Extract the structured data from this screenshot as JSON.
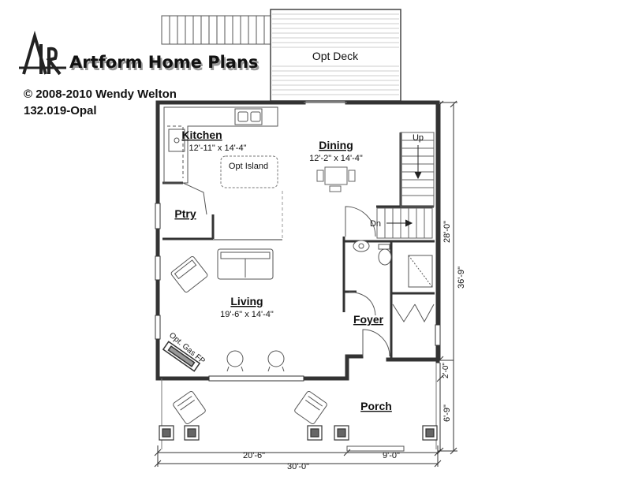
{
  "branding": {
    "company": "Artform Home Plans",
    "copyright": "© 2008-2010 Wendy Welton",
    "plan_id": "132.019-Opal"
  },
  "rooms": {
    "opt_deck": "Opt Deck",
    "kitchen": {
      "name": "Kitchen",
      "dims": "12'-11\" x 14'-4\""
    },
    "opt_island": "Opt Island",
    "dining": {
      "name": "Dining",
      "dims": "12'-2\" x 14'-4\""
    },
    "pantry": "Ptry",
    "living": {
      "name": "Living",
      "dims": "19'-6\" x 14'-4\""
    },
    "foyer": "Foyer",
    "porch": "Porch",
    "gas_fp": "Opt. Gas FP"
  },
  "stairs": {
    "up": "Up",
    "down": "Dn"
  },
  "dimensions": {
    "upper_depth": "28'-0\"",
    "total_depth": "36'-9\"",
    "step": "2'-0\"",
    "porch_depth": "6'-9\"",
    "left_width": "20'-6\"",
    "right_width": "9'-0\"",
    "total_width": "30'-0\""
  }
}
